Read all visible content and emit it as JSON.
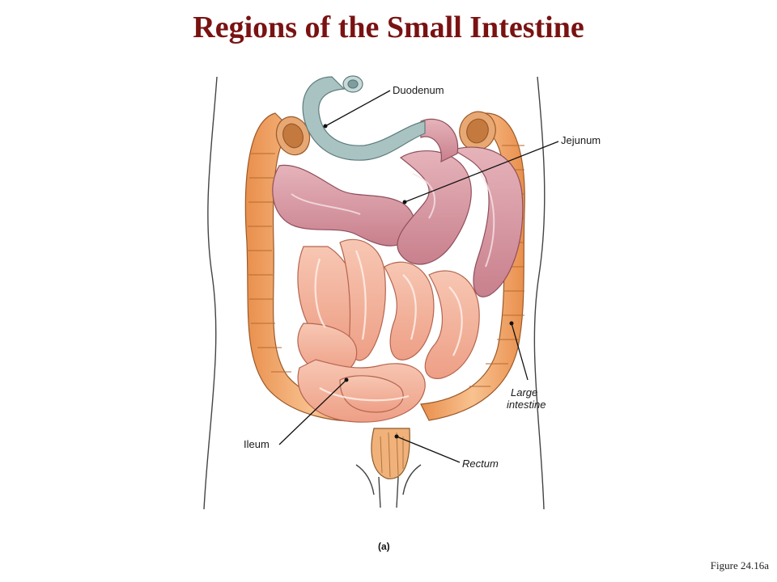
{
  "title": "Regions of the Small Intestine",
  "labels": {
    "duodenum": "Duodenum",
    "jejunum": "Jejunum",
    "large_intestine_line1": "Large",
    "large_intestine_line2": "intestine",
    "ileum": "Ileum",
    "rectum": "Rectum"
  },
  "subfigure_label": "(a)",
  "figure_caption": "Figure 24.16a",
  "colors": {
    "title": "#7a1212",
    "duodenum": "#a9c3c3",
    "jejunum": "#d49aa4",
    "ileum": "#f4b7a2",
    "large_intestine": "#f2a86a"
  }
}
